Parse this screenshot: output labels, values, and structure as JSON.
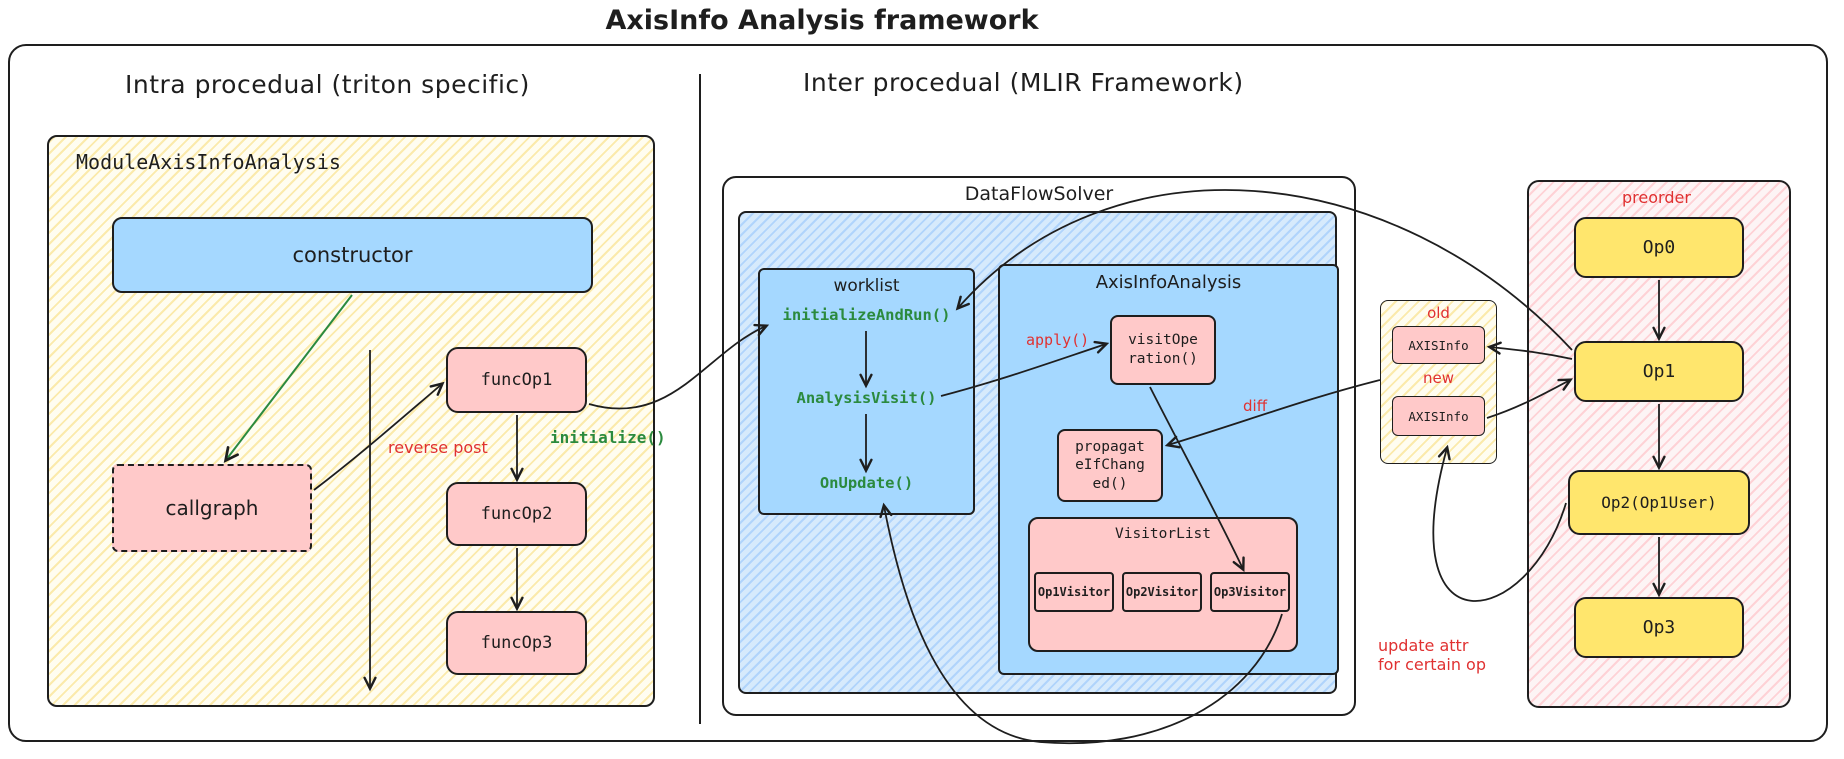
{
  "title": "AxisInfo Analysis framework",
  "intra": {
    "heading": "Intra procedual (triton specific)",
    "module": {
      "label": "ModuleAxisInfoAnalysis",
      "constructor": "constructor",
      "callgraph": "callgraph",
      "func_ops": [
        "funcOp1",
        "funcOp2",
        "funcOp3"
      ],
      "reverse_post": "reverse post",
      "initialize": "initialize()"
    }
  },
  "inter": {
    "heading": "Inter procedual (MLIR Framework)",
    "solver": {
      "label": "DataFlowSolver",
      "worklist": {
        "label": "worklist",
        "items": [
          "initializeAndRun()",
          "AnalysisVisit()",
          "OnUpdate()"
        ]
      },
      "analysis": {
        "label": "AxisInfoAnalysis",
        "visit_operation": "visitOperation()",
        "apply": "apply()",
        "diff": "diff",
        "propagate": "propagateIfChanged()",
        "visitor_list": {
          "label": "VisitorList",
          "visitors": [
            "Op1Visitor",
            "Op2Visitor",
            "Op3Visitor"
          ]
        }
      }
    },
    "state": {
      "old_label": "old",
      "old_value": "AXISInfo",
      "new_label": "new",
      "new_value": "AXISInfo"
    },
    "preorder": {
      "label": "preorder",
      "ops": [
        "Op0",
        "Op1",
        "Op2(Op1User)",
        "Op3"
      ]
    },
    "update_attr": "update attr\nfor certain op"
  },
  "colors": {
    "accent_green": "#2b8a3e",
    "accent_red": "#e03131",
    "box_blue": "#a5d8ff",
    "box_pink": "#ffc9c9",
    "box_yellow": "#ffe66d",
    "stroke": "#1e1e1e"
  }
}
